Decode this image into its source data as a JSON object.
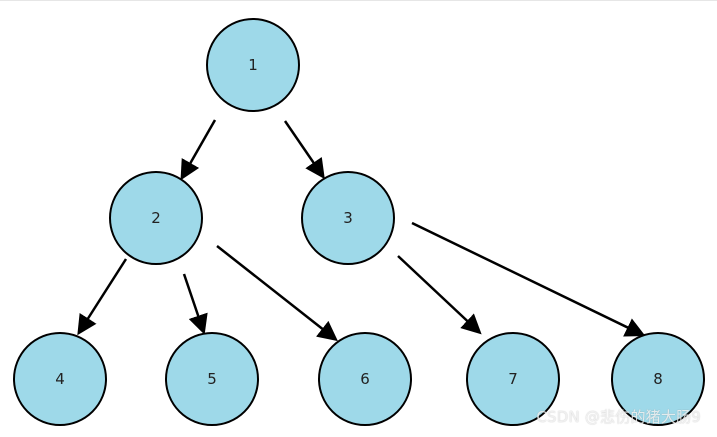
{
  "diagram": {
    "type": "tree",
    "node_fill": "#9ed9e9",
    "node_stroke": "#000000",
    "edge_color": "#000000",
    "nodes": [
      {
        "id": "1",
        "label": "1"
      },
      {
        "id": "2",
        "label": "2"
      },
      {
        "id": "3",
        "label": "3"
      },
      {
        "id": "4",
        "label": "4"
      },
      {
        "id": "5",
        "label": "5"
      },
      {
        "id": "6",
        "label": "6"
      },
      {
        "id": "7",
        "label": "7"
      },
      {
        "id": "8",
        "label": "8"
      }
    ],
    "edges": [
      {
        "from": "1",
        "to": "2"
      },
      {
        "from": "1",
        "to": "3"
      },
      {
        "from": "2",
        "to": "4"
      },
      {
        "from": "2",
        "to": "5"
      },
      {
        "from": "2",
        "to": "6"
      },
      {
        "from": "3",
        "to": "7"
      },
      {
        "from": "3",
        "to": "8"
      }
    ]
  },
  "watermark": {
    "text": "CSDN @悲伤的猪大肠9"
  }
}
